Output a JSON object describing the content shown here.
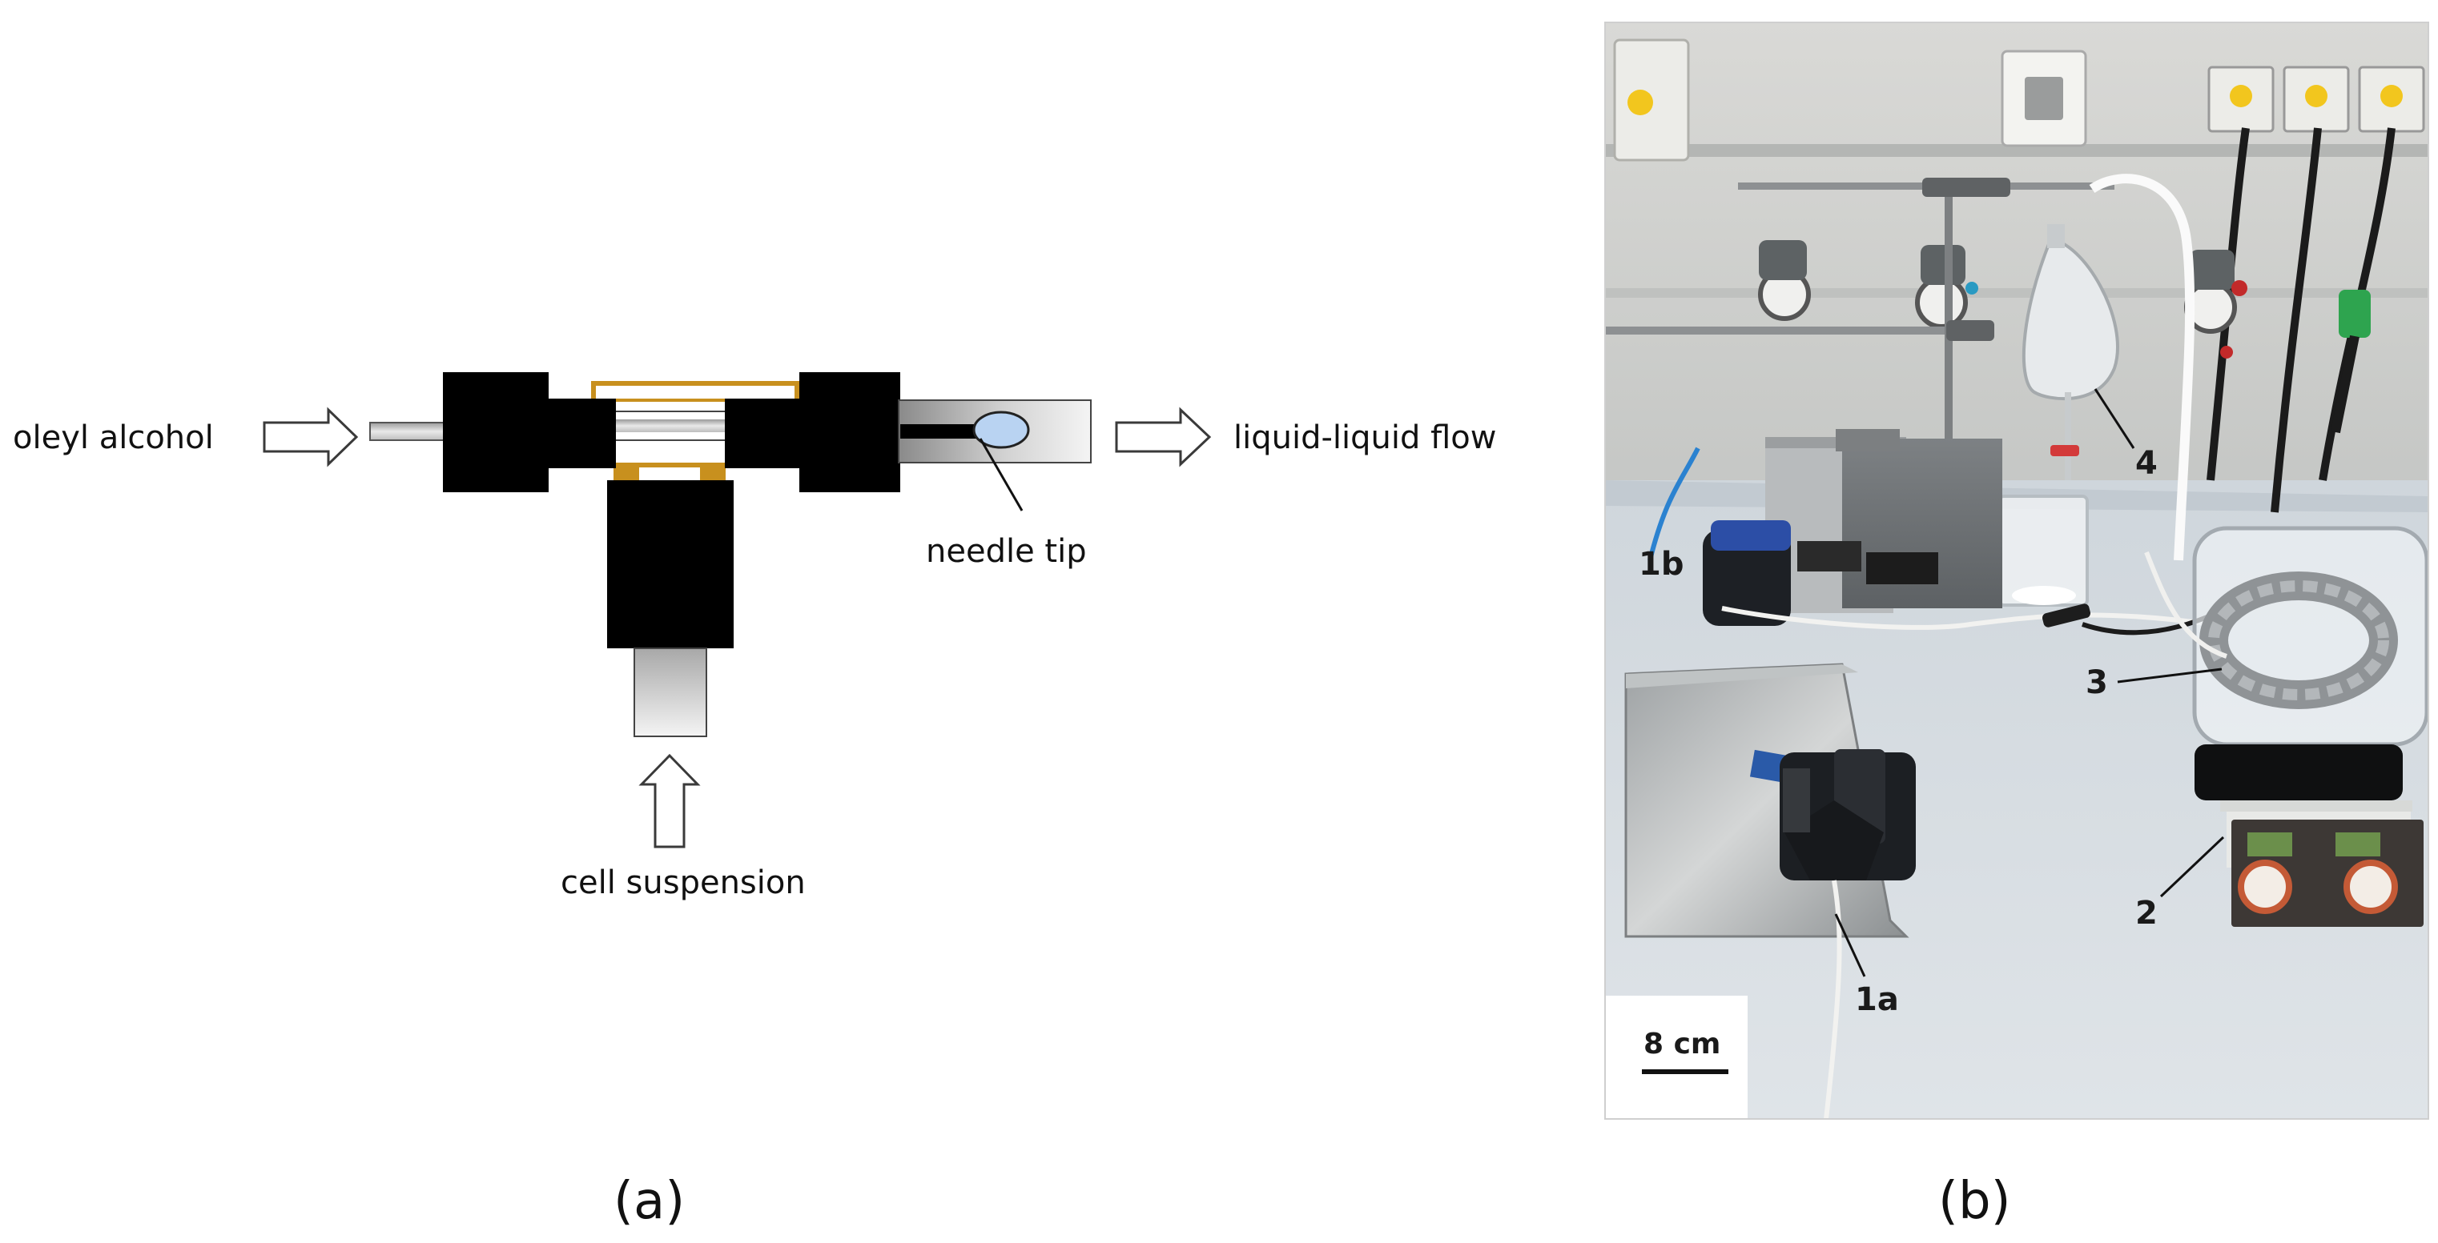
{
  "panel_a": {
    "label": "(a)",
    "inlet_label": "oleyl alcohol",
    "outlet_label": "liquid-liquid flow",
    "needle_label": "needle tip",
    "bottom_inlet_label": "cell suspension"
  },
  "panel_b": {
    "label": "(b)",
    "callouts": {
      "pump_a": "1a",
      "pump_b": "1b",
      "stirrer": "2",
      "vessel": "3",
      "funnel": "4"
    },
    "scale_bar_label": "8 cm"
  },
  "colors": {
    "fitting": "#000000",
    "ferrule": "#c8901e",
    "droplet": "#b9d3f2",
    "tube_light": "#e6e6e6",
    "tube_dark": "#7d7d7d"
  }
}
